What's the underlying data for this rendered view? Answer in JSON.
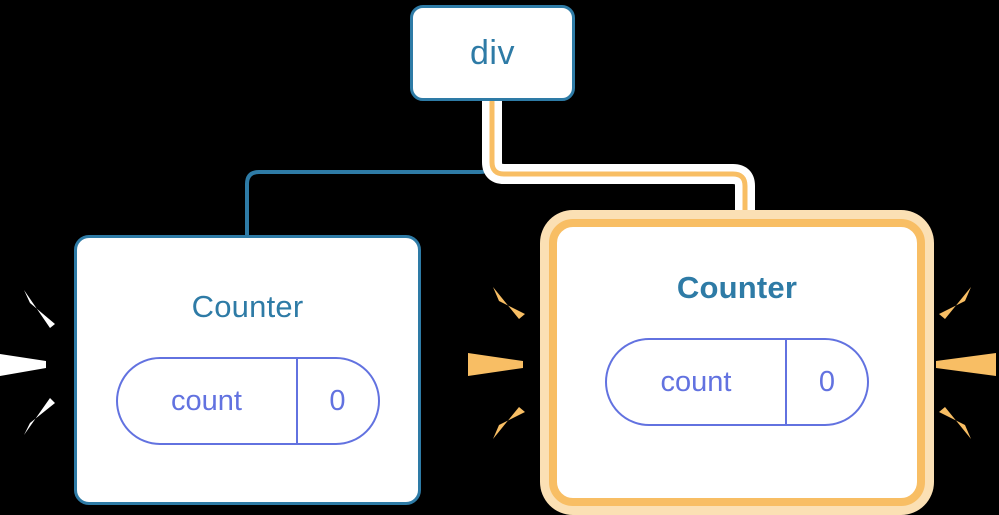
{
  "diagram": {
    "title": "React component tree re-render highlight",
    "type": "component-tree",
    "background": "#000000"
  },
  "colors": {
    "blue_border": "#2E7BA6",
    "blue_text": "#2E7BA6",
    "orange_border": "#F8BE64",
    "orange_glow": "#FBE0B4",
    "pill_indigo": "#6272E0",
    "node_fill": "#FFFFFF",
    "sparkle_white": "#FFFFFF",
    "sparkle_orange": "#F8BE64"
  },
  "nodes": {
    "root": {
      "label": "div",
      "state": "normal"
    },
    "counter_left": {
      "title": "Counter",
      "state": "normal",
      "pill": {
        "key": "count",
        "value": "0"
      }
    },
    "counter_right": {
      "title": "Counter",
      "state": "highlighted",
      "pill": {
        "key": "count",
        "value": "0"
      }
    }
  },
  "edges": [
    {
      "from": "div",
      "to": "counter_left",
      "color": "#2E7BA6",
      "style": "solid"
    },
    {
      "from": "div",
      "to": "counter_right",
      "color": "#F8BE64",
      "style": "solid-highlighted"
    }
  ],
  "sparkles": [
    {
      "name": "sparkle-left-outer",
      "color": "#FFFFFF",
      "direction": "right",
      "count": 3
    },
    {
      "name": "sparkle-middle",
      "color": "#F8BE64",
      "direction": "right",
      "count": 3
    },
    {
      "name": "sparkle-right-outer",
      "color": "#F8BE64",
      "direction": "left",
      "count": 3
    }
  ]
}
